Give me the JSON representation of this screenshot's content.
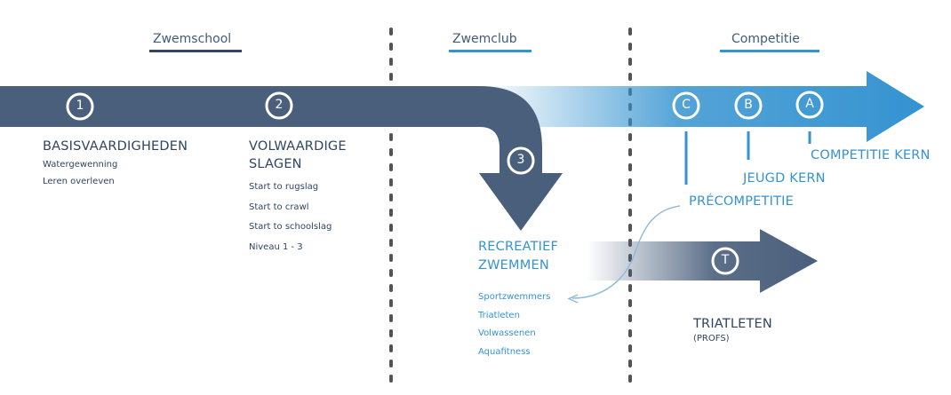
{
  "phases": {
    "zwemschool": "Zwemschool",
    "zwemclub": "Zwemclub",
    "competitie": "Competitie"
  },
  "steps": {
    "s1": "1",
    "s2": "2",
    "s3": "3",
    "c": "C",
    "b": "B",
    "a": "A",
    "t": "T"
  },
  "basis": {
    "title": "BASISVAARDIGHEDEN",
    "items": [
      "Watergewenning",
      "Leren overleven"
    ]
  },
  "volwaardige": {
    "title_line1": "VOLWAARDIGE",
    "title_line2": "SLAGEN",
    "items": [
      "Start to rugslag",
      "Start to crawl",
      "Start to schoolslag",
      "Niveau 1 - 3"
    ]
  },
  "recreatief": {
    "title_line1": "RECREATIEF",
    "title_line2": "ZWEMMEN",
    "items": [
      "Sportzwemmers",
      "Triatleten",
      "Volwassenen",
      "Aquafitness"
    ]
  },
  "competitie": {
    "kern": "COMPETITIE KERN",
    "jeugd": "JEUGD KERN",
    "pre": "PRÉCOMPETITIE"
  },
  "triatleten": {
    "title": "TRIATLETEN",
    "sub": "(PROFS)"
  },
  "colors": {
    "dark": "#4a5f7c",
    "blue": "#3593d0",
    "text_dark": "#2f4563"
  }
}
